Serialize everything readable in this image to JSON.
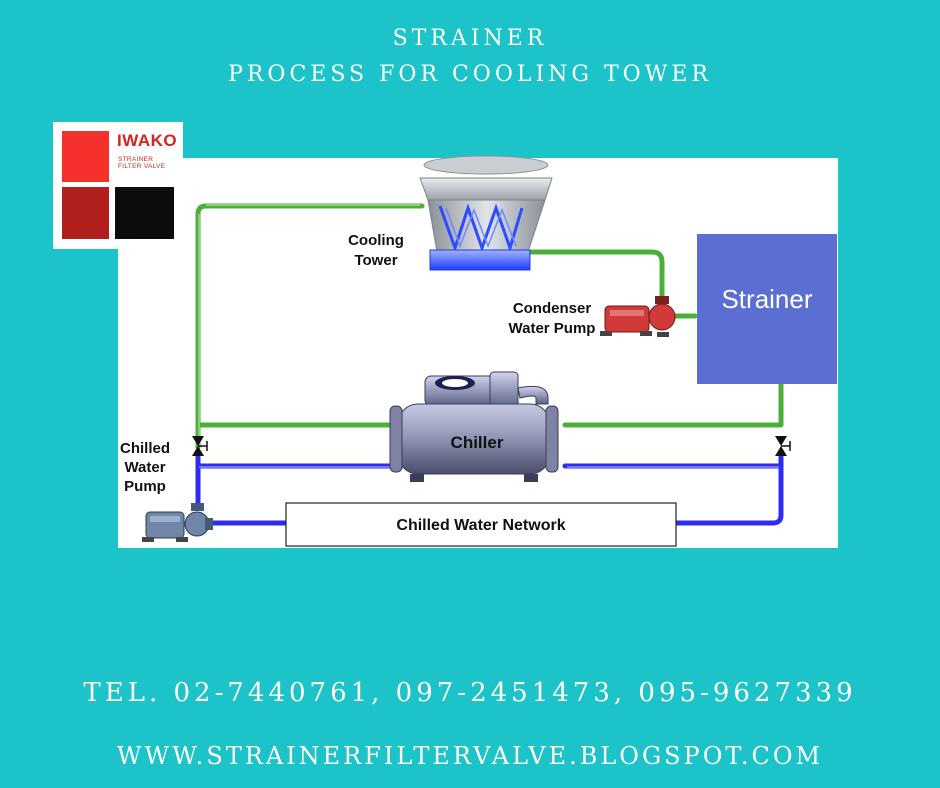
{
  "header": {
    "title_line1": "STRAINER",
    "title_line2": "PROCESS FOR COOLING TOWER"
  },
  "logo": {
    "brand": "IWAKO",
    "tagline": "STRAINER FILTER VALVE"
  },
  "diagram": {
    "cooling_tower_line1": "Cooling",
    "cooling_tower_line2": "Tower",
    "condenser_line1": "Condenser",
    "condenser_line2": "Water Pump",
    "strainer": "Strainer",
    "chiller": "Chiller",
    "chilled_pump_line1": "Chilled",
    "chilled_pump_line2": "Water",
    "chilled_pump_line3": "Pump",
    "network": "Chilled Water Network"
  },
  "colors": {
    "background": "#1cc3c8",
    "green_pipe": "#4caf3a",
    "blue_pipe": "#2d2cf5",
    "strainer_box": "#5b6fd2",
    "pump_red": "#d23a3a",
    "pump_blue": "#6f86a8"
  },
  "footer": {
    "tel": "TEL. 02-7440761, 097-2451473, 095-9627339",
    "website": "WWW.STRAINERFILTERVALVE.BLOGSPOT.COM"
  }
}
